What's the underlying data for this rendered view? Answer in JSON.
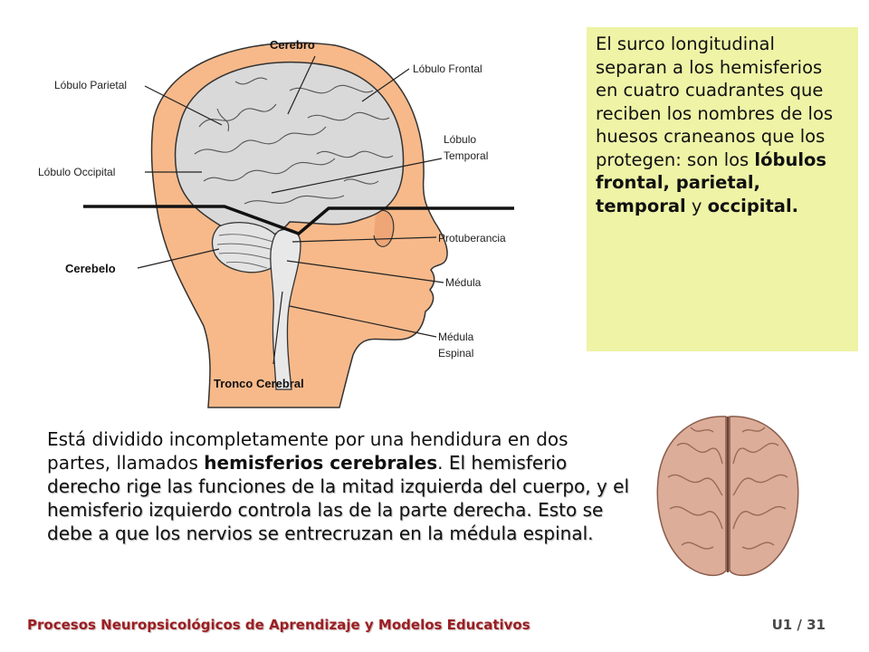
{
  "diagram": {
    "labels": {
      "cerebro": "Cerebro",
      "lobulo_parietal": "Lóbulo Parietal",
      "lobulo_frontal": "Lóbulo Frontal",
      "lobulo_temporal_1": "Lóbulo",
      "lobulo_temporal_2": "Temporal",
      "lobulo_occipital": "Lóbulo Occipital",
      "protuberancia": "Protuberancia",
      "cerebelo": "Cerebelo",
      "medula": "Médula",
      "medula_espinal_1": "Médula",
      "medula_espinal_2": "Espinal",
      "tronco_cerebral": "Tronco Cerebral"
    }
  },
  "callout": {
    "intro": "El surco longitudinal separan a los hemisferios en cuatro cuadrantes que reciben los nombres de los huesos craneanos que los protegen: son los ",
    "bold1": "lóbulos frontal, parietal, temporal",
    "mid": " y ",
    "bold2": "occipital."
  },
  "body": {
    "part1": "Está dividido incompletamente por una hendidura en dos partes, llamados ",
    "bold": "hemisferios cerebrales",
    "part2": ". ",
    "shadow": "El hemisferio derecho rige las funciones de la mitad izquierda del cuerpo, y el hemisferio izquierdo controla las de la parte derecha. Esto se debe a que los nervios se entrecruzan en la médula espinal."
  },
  "footer": {
    "title": "Procesos Neuropsicológicos de Aprendizaje y Modelos Educativos",
    "page": "U1 / 31"
  },
  "colors": {
    "head": "#f7b98a",
    "brain": "#d9d9d9",
    "callout_bg": "#eef3a6",
    "footer_title": "#9a1f23"
  }
}
